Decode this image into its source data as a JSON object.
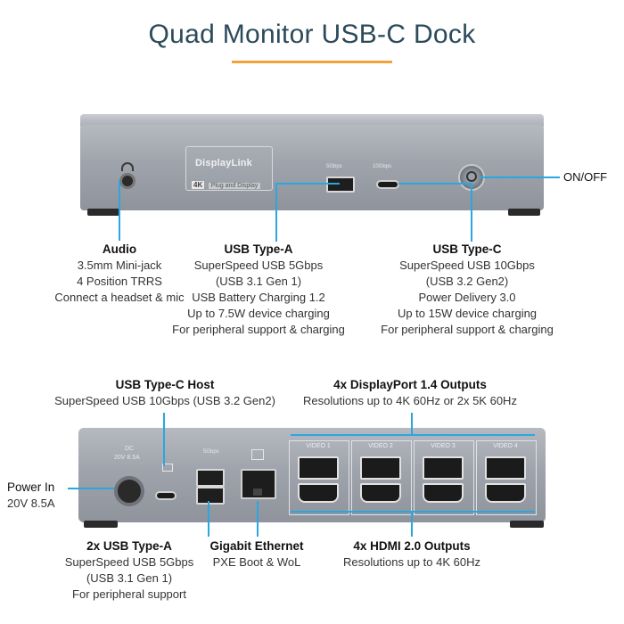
{
  "title": "Quad Monitor USB-C Dock",
  "colors": {
    "accent_line": "#f2a33a",
    "callout_line": "#2aa7e0",
    "title_color": "#2b4a5a"
  },
  "front": {
    "logo": {
      "brand": "DisplayLink",
      "k4": "4K",
      "badge": "Plug and Display"
    },
    "port_labels": {
      "usba": "5Gbps",
      "usbc": "10Gbps"
    },
    "on_off": "ON/OFF",
    "audio": {
      "heading": "Audio",
      "lines": [
        "3.5mm Mini-jack",
        "4 Position TRRS",
        "Connect a headset & mic"
      ]
    },
    "usb_a": {
      "heading": "USB Type-A",
      "lines": [
        "SuperSpeed USB 5Gbps",
        "(USB 3.1 Gen 1)",
        "USB Battery Charging 1.2",
        "Up to 7.5W device charging",
        "For peripheral support & charging"
      ]
    },
    "usb_c": {
      "heading": "USB Type-C",
      "lines": [
        "SuperSpeed USB 10Gbps",
        "(USB 3.2 Gen2)",
        "Power Delivery 3.0",
        "Up to 15W device charging",
        "For peripheral support & charging"
      ]
    }
  },
  "rear": {
    "dc_label": [
      "DC",
      "20V 8.5A"
    ],
    "usba_label": "5Gbps",
    "video_labels": [
      "VIDEO 1",
      "VIDEO 2",
      "VIDEO 3",
      "VIDEO 4"
    ],
    "host": {
      "heading": "USB Type-C Host",
      "line": "SuperSpeed USB 10Gbps (USB 3.2 Gen2)"
    },
    "displayport": {
      "heading": "4x DisplayPort 1.4 Outputs",
      "line": "Resolutions up to 4K 60Hz or 2x 5K 60Hz"
    },
    "power_in": {
      "heading": "Power In",
      "line": "20V 8.5A"
    },
    "usb_a": {
      "heading": "2x USB Type-A",
      "lines": [
        "SuperSpeed USB 5Gbps",
        "(USB 3.1 Gen 1)",
        "For peripheral support"
      ]
    },
    "ethernet": {
      "heading": "Gigabit Ethernet",
      "line": "PXE Boot & WoL"
    },
    "hdmi": {
      "heading": "4x HDMI 2.0 Outputs",
      "line": "Resolutions up to 4K 60Hz"
    }
  }
}
